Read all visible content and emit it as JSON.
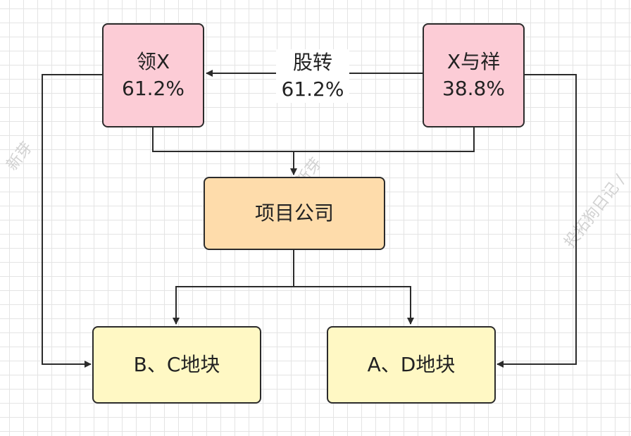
{
  "diagram": {
    "nodes": {
      "ling_x": {
        "name": "领X",
        "share": "61.2%"
      },
      "x_yu_xiang": {
        "name": "X与祥",
        "share": "38.8%"
      },
      "project_company": {
        "name": "项目公司"
      },
      "bc_plot": {
        "name": "B、C地块"
      },
      "ad_plot": {
        "name": "A、D地块"
      }
    },
    "edge_labels": {
      "equity_transfer": {
        "text": "股转",
        "share": "61.2%"
      }
    }
  },
  "watermarks": [
    "新芽",
    "/ 新芽",
    "投拓狗日记 /"
  ],
  "colors": {
    "pink_fill": "#fcccd6",
    "orange_fill": "#fedcab",
    "yellow_fill": "#fff8c4",
    "stroke": "#2b2b2b",
    "grid": "#e4e4e4"
  }
}
